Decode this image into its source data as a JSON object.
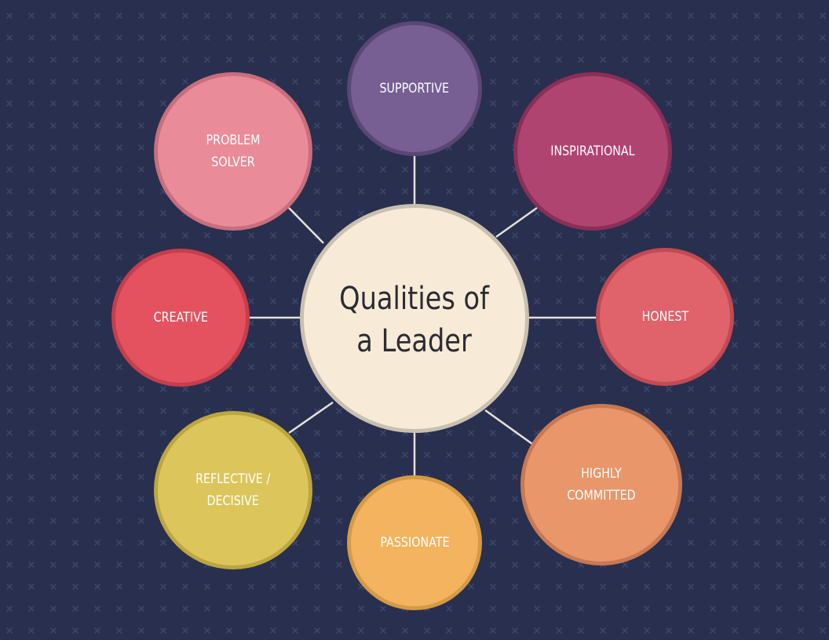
{
  "diagram": {
    "center": {
      "label": "Qualities of\na Leader",
      "fill": "#f7ebd7",
      "text_color": "#2b2b33"
    },
    "qualities": [
      {
        "id": "supportive",
        "label": "SUPPORTIVE",
        "fill": "#775f93",
        "stroke": "#5a4775"
      },
      {
        "id": "inspirational",
        "label": "INSPIRATIONAL",
        "fill": "#b04470",
        "stroke": "#8a2f57"
      },
      {
        "id": "honest",
        "label": "HONEST",
        "fill": "#e0626a",
        "stroke": "#c24a53"
      },
      {
        "id": "highly-committed",
        "label": "HIGHLY\nCOMMITTED",
        "fill": "#e9966a",
        "stroke": "#c97852"
      },
      {
        "id": "passionate",
        "label": "PASSIONATE",
        "fill": "#f4b35e",
        "stroke": "#d69a45"
      },
      {
        "id": "reflective-decisive",
        "label": "REFLECTIVE /\nDECISIVE",
        "fill": "#dcc55a",
        "stroke": "#bda640"
      },
      {
        "id": "creative",
        "label": "CREATIVE",
        "fill": "#e5525f",
        "stroke": "#c53e4c"
      },
      {
        "id": "problem-solver",
        "label": "PROBLEM\nSOLVER",
        "fill": "#e98b99",
        "stroke": "#c96e7c"
      }
    ],
    "colors": {
      "background": "#282f4f",
      "pattern": "#3c4569",
      "connector": "#e6e1d8"
    }
  }
}
